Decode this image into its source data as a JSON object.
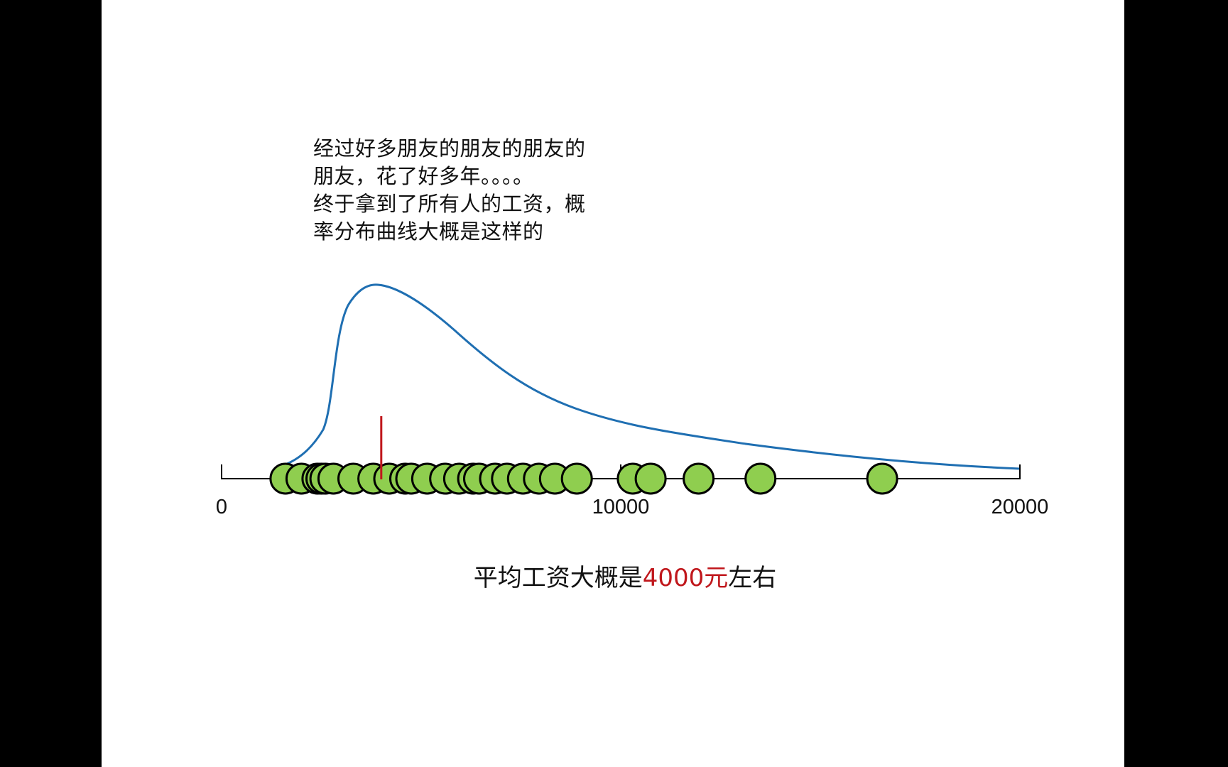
{
  "slide": {
    "intro_lines": [
      "经过好多朋友的朋友的朋友的",
      "朋友，花了好多年。。。。",
      "终于拿到了所有人的工资，概",
      "率分布曲线大概是这样的"
    ],
    "caption": {
      "prefix": "平均工资大概是",
      "highlight": "4000元",
      "suffix": "左右"
    },
    "colors": {
      "curve": "#1f6fb2",
      "dot_fill": "#8fce4f",
      "dot_stroke": "#000000",
      "mean_marker": "#c0171c",
      "highlight_text": "#c0171c"
    }
  },
  "chart_data": {
    "type": "scatter",
    "title": "",
    "xlabel": "",
    "ylabel": "",
    "xlim": [
      0,
      20000
    ],
    "ticks": [
      {
        "value": 0,
        "label": "0"
      },
      {
        "value": 10000,
        "label": "10000"
      },
      {
        "value": 20000,
        "label": "20000"
      }
    ],
    "points_salary": [
      1600,
      2000,
      2400,
      2500,
      2600,
      2800,
      3300,
      3800,
      4200,
      4600,
      4750,
      5150,
      5600,
      5950,
      6300,
      6450,
      6850,
      7150,
      7550,
      7950,
      8350,
      8900,
      10300,
      10750,
      11950,
      13500,
      16550
    ],
    "mean_marker": {
      "value": 4000,
      "label": "4000元"
    },
    "curve": {
      "description": "right-skewed probability density curve",
      "peak_x": 3900,
      "points": [
        [
          1400,
          0.02
        ],
        [
          2200,
          0.1
        ],
        [
          2600,
          0.45
        ],
        [
          3000,
          0.85
        ],
        [
          3900,
          1.0
        ],
        [
          5000,
          0.9
        ],
        [
          6500,
          0.68
        ],
        [
          8000,
          0.43
        ],
        [
          9000,
          0.33
        ],
        [
          11000,
          0.23
        ],
        [
          14000,
          0.15
        ],
        [
          17000,
          0.08
        ],
        [
          20000,
          0.03
        ]
      ]
    }
  }
}
